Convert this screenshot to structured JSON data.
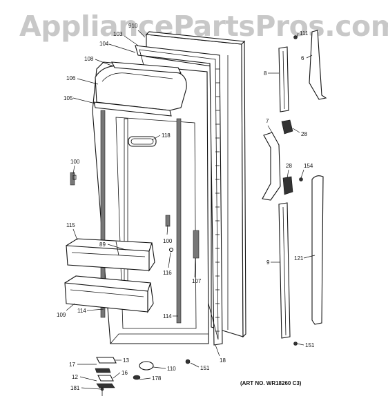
{
  "watermark": "AppliancePartsPros.com",
  "art_number": "(ART NO. WR18260 C3)",
  "callouts": [
    "910",
    "103",
    "104",
    "108",
    "106",
    "105",
    "118",
    "100",
    "115",
    "89",
    "100",
    "116",
    "107",
    "109",
    "114",
    "114",
    "17",
    "13",
    "16",
    "12",
    "178",
    "110",
    "151",
    "18",
    "181",
    "111",
    "6",
    "8",
    "7",
    "28",
    "28",
    "154",
    "9",
    "121",
    "151"
  ]
}
